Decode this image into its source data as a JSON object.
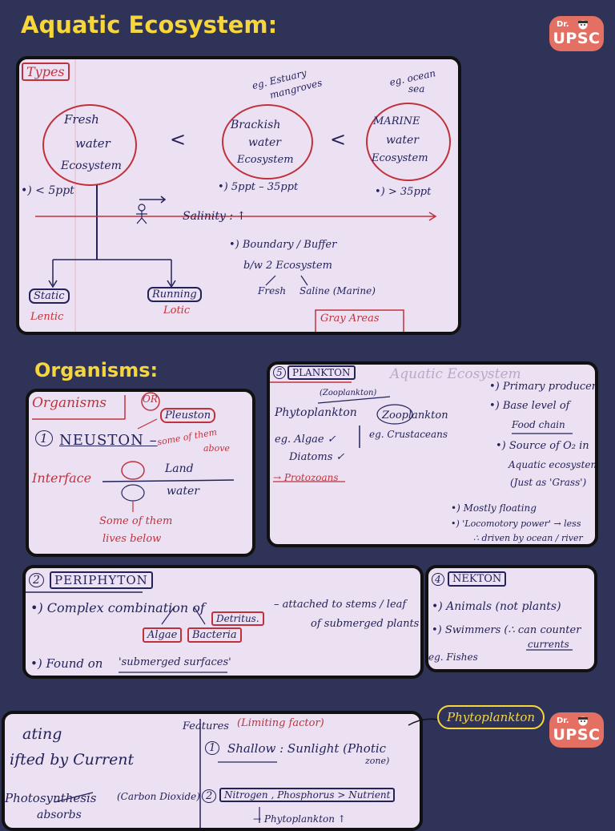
{
  "headings": {
    "aquatic": "Aquatic Ecosystem:",
    "organisms": "Organisms:"
  },
  "brand": {
    "prefix": "Dr.",
    "name": "UPSC"
  },
  "notes": {
    "types": {
      "tag": "Types",
      "fresh": [
        "Fresh",
        "water",
        "Ecosystem"
      ],
      "brackish": [
        "Brackish",
        "water",
        "Ecosystem"
      ],
      "marine": [
        "MARINE",
        "water",
        "Ecosystem"
      ],
      "eg_estuary": "eg. Estuary",
      "eg_mangroves": "mangroves",
      "eg_ocean": "eg. ocean",
      "eg_sea": "sea",
      "lt_sign_1": "<",
      "lt_sign_2": "<",
      "fresh_salinity": "•) < 5ppt",
      "brackish_salinity": "•) 5ppt – 35ppt",
      "marine_salinity": "•) > 35ppt",
      "salinity": "Salinity : ↑",
      "boundary": "•) Boundary / Buffer",
      "between": "b/w 2 Ecosystem",
      "fresh_word": "Fresh",
      "saline": "Saline (Marine)",
      "static": "Static",
      "lentic": "Lentic",
      "running": "Running",
      "lotic": "Lotic",
      "gray_areas": "Gray Areas"
    },
    "neuston": {
      "tag": "Organisms",
      "or": "OR",
      "pleuston": "Pleuston",
      "num": "1",
      "title": "NEUSTON –",
      "some_above": "some of them",
      "above": "above",
      "interface": "Interface",
      "land": "Land",
      "water": "water",
      "some_below": "Some of them",
      "lives_below": "lives below"
    },
    "plankton": {
      "num": "5",
      "title": "PLANKTON",
      "faded": "Aquatic Ecosystem",
      "zoo_note": "(Zooplankton)",
      "phyto": "Phytoplankton",
      "zoo": "Zooplankton",
      "eg_algae": "eg. Algae ✓",
      "diatoms": "Diatoms ✓",
      "eg_crust": "eg. Crustaceans",
      "protozoans": "→ Protozoans",
      "primary": "•) Primary producer",
      "base": "•) Base level of",
      "food_chain": "Food chain",
      "source": "•) Source of O₂ in",
      "aquatic_eco": "Aquatic ecosystem",
      "just_as": "(Just as 'Grass')",
      "mostly": "•) Mostly floating",
      "locomotory": "•) 'Locomotory power' → less",
      "driven": "∴ driven by ocean / river"
    },
    "periphyton": {
      "num": "2",
      "title": "PERIPHYTON",
      "complex": "•) Complex combination of",
      "detritus": "Detritus.",
      "algae": "Algae",
      "bacteria": "Bacteria",
      "attached": "– attached to stems / leaf",
      "submerged_plants": "of submerged plants",
      "found_on": "•) Found on",
      "submerged_surfaces": "'submerged surfaces'"
    },
    "nekton": {
      "num": "4",
      "title": "NEKTON",
      "animals": "•) Animals (not plants)",
      "swimmers": "•) Swimmers (∴ can counter",
      "currents": "currents",
      "fishes": "eg. Fishes"
    },
    "bottom": {
      "left_1": "ating",
      "left_2": "ifted by Current",
      "photo": "Photosynthesis",
      "absorbs": "absorbs",
      "carbon": "(Carbon Dioxide)",
      "features": "Features",
      "limiting": "(Limiting factor)",
      "shallow_num": "1",
      "shallow": "Shallow : Sunlight (Photic",
      "zone": "zone)",
      "nitro_num": "2",
      "nitrogen": "Nitrogen , Phosphorus > Nutrient",
      "phyto_bottom": "→ Phytoplankton ↑",
      "label_phyto": "Phytoplankton"
    }
  }
}
